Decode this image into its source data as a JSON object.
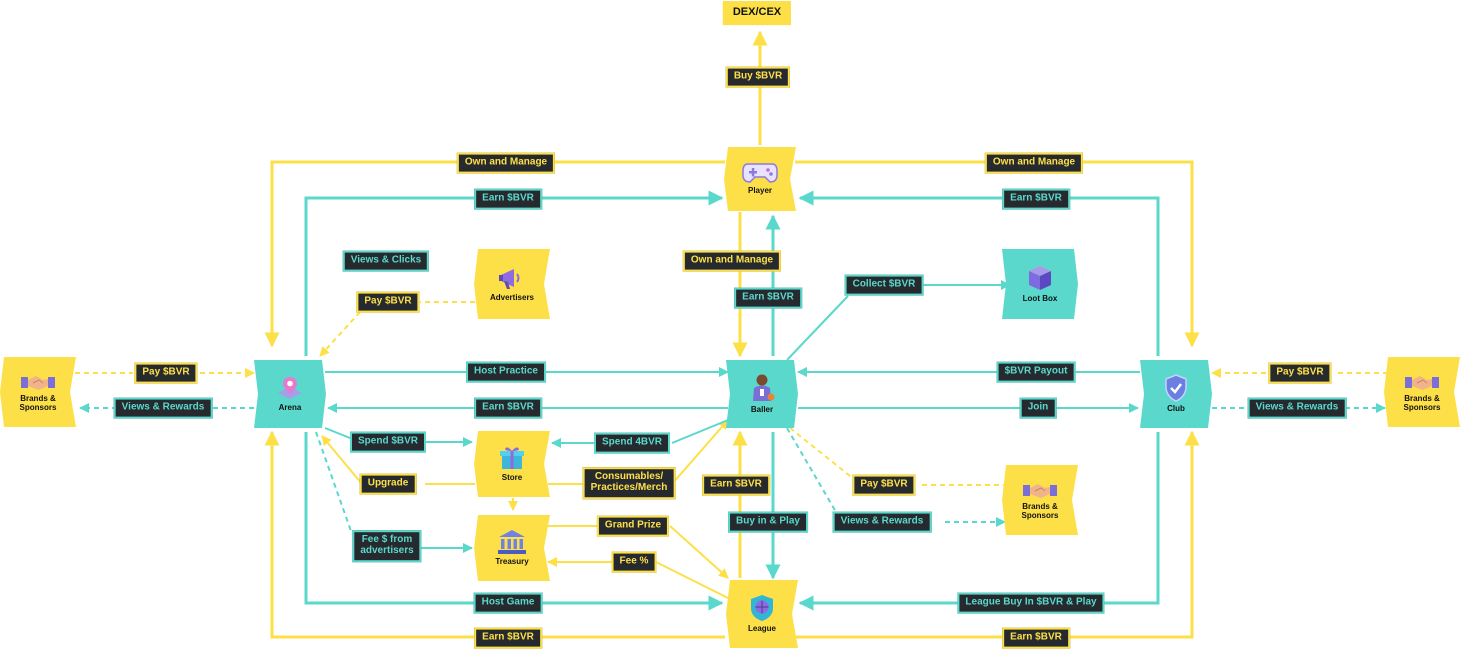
{
  "colors": {
    "yellow": "#fde047",
    "teal": "#5ad8cc",
    "dark": "#262a2e",
    "text_dark": "#111111"
  },
  "nodes": {
    "player": {
      "label": "Player",
      "icon": "gamepad-icon"
    },
    "arena": {
      "label": "Arena",
      "icon": "map-pin-icon"
    },
    "baller": {
      "label": "Baller",
      "icon": "basketball-player-icon"
    },
    "club": {
      "label": "Club",
      "icon": "shield-check-icon"
    },
    "league": {
      "label": "League",
      "icon": "basketball-icon"
    },
    "store": {
      "label": "Store",
      "icon": "gift-box-icon"
    },
    "treasury": {
      "label": "Treasury",
      "icon": "bank-icon"
    },
    "advertisers": {
      "label": "Advertisers",
      "icon": "megaphone-icon"
    },
    "loot_box": {
      "label": "Loot Box",
      "icon": "cube-icon"
    },
    "brands_left": {
      "label": "Brands &\nSponsors",
      "icon": "handshake-icon"
    },
    "brands_right": {
      "label": "Brands &\nSponsors",
      "icon": "handshake-icon"
    },
    "brands_mid": {
      "label": "Brands &\nSponsors",
      "icon": "handshake-icon"
    },
    "dex": {
      "label": "DEX/CEX"
    }
  },
  "flows": {
    "buy_bvr": "Buy $BVR",
    "own_manage_left": "Own and Manage",
    "own_manage_right": "Own and Manage",
    "earn_bvr_player_left": "Earn $BVR",
    "earn_bvr_player_right": "Earn $BVR",
    "own_manage_center": "Own and Manage",
    "earn_bvr_center": "Earn $BVR",
    "views_clicks": "Views & Clicks",
    "pay_bvr_adv": "Pay $BVR",
    "collect_bvr": "Collect $BVR",
    "pay_bvr_left": "Pay $BVR",
    "views_rewards_left": "Views & Rewards",
    "host_practice": "Host Practice",
    "earn_bvr_arena": "Earn $BVR",
    "bvr_payout": "$BVR Payout",
    "join": "Join",
    "pay_bvr_right": "Pay $BVR",
    "views_rewards_right": "Views & Rewards",
    "spend_bvr": "Spend $BVR",
    "spend_4bvr": "Spend 4BVR",
    "upgrade": "Upgrade",
    "consumables": "Consumables/\nPractices/Merch",
    "earn_bvr_league": "Earn $BVR",
    "pay_bvr_mid": "Pay $BVR",
    "grand_prize": "Grand Prize",
    "buy_in_play": "Buy in & Play",
    "views_rewards_mid": "Views & Rewards",
    "fee_from_adv": "Fee $ from\nadvertisers",
    "fee_pct": "Fee %",
    "host_game": "Host Game",
    "league_buy_in": "League Buy In $BVR & Play",
    "earn_bvr_bottom_left": "Earn $BVR",
    "earn_bvr_bottom_right": "Earn $BVR"
  }
}
